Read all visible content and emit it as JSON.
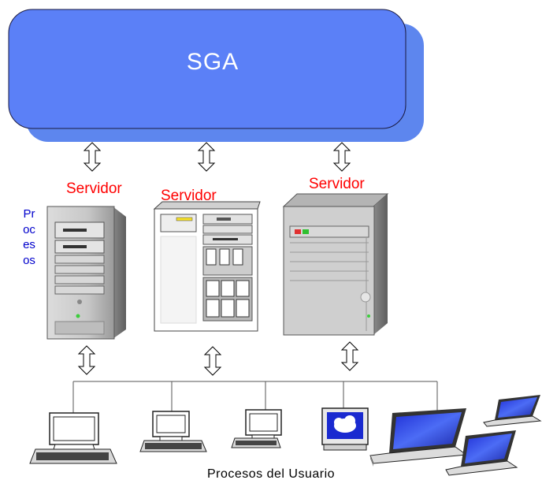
{
  "sga": {
    "title": "SGA"
  },
  "servers": [
    {
      "label": "Servidor"
    },
    {
      "label": "Servidor"
    },
    {
      "label": "Servidor"
    }
  ],
  "side_label": "Procesos",
  "caption": "Procesos del Usuario",
  "colors": {
    "sga_blue": "#5b80f7",
    "sga_back": "#5b86f0",
    "server_label": "#ff0000",
    "side_label": "#0000cc"
  }
}
